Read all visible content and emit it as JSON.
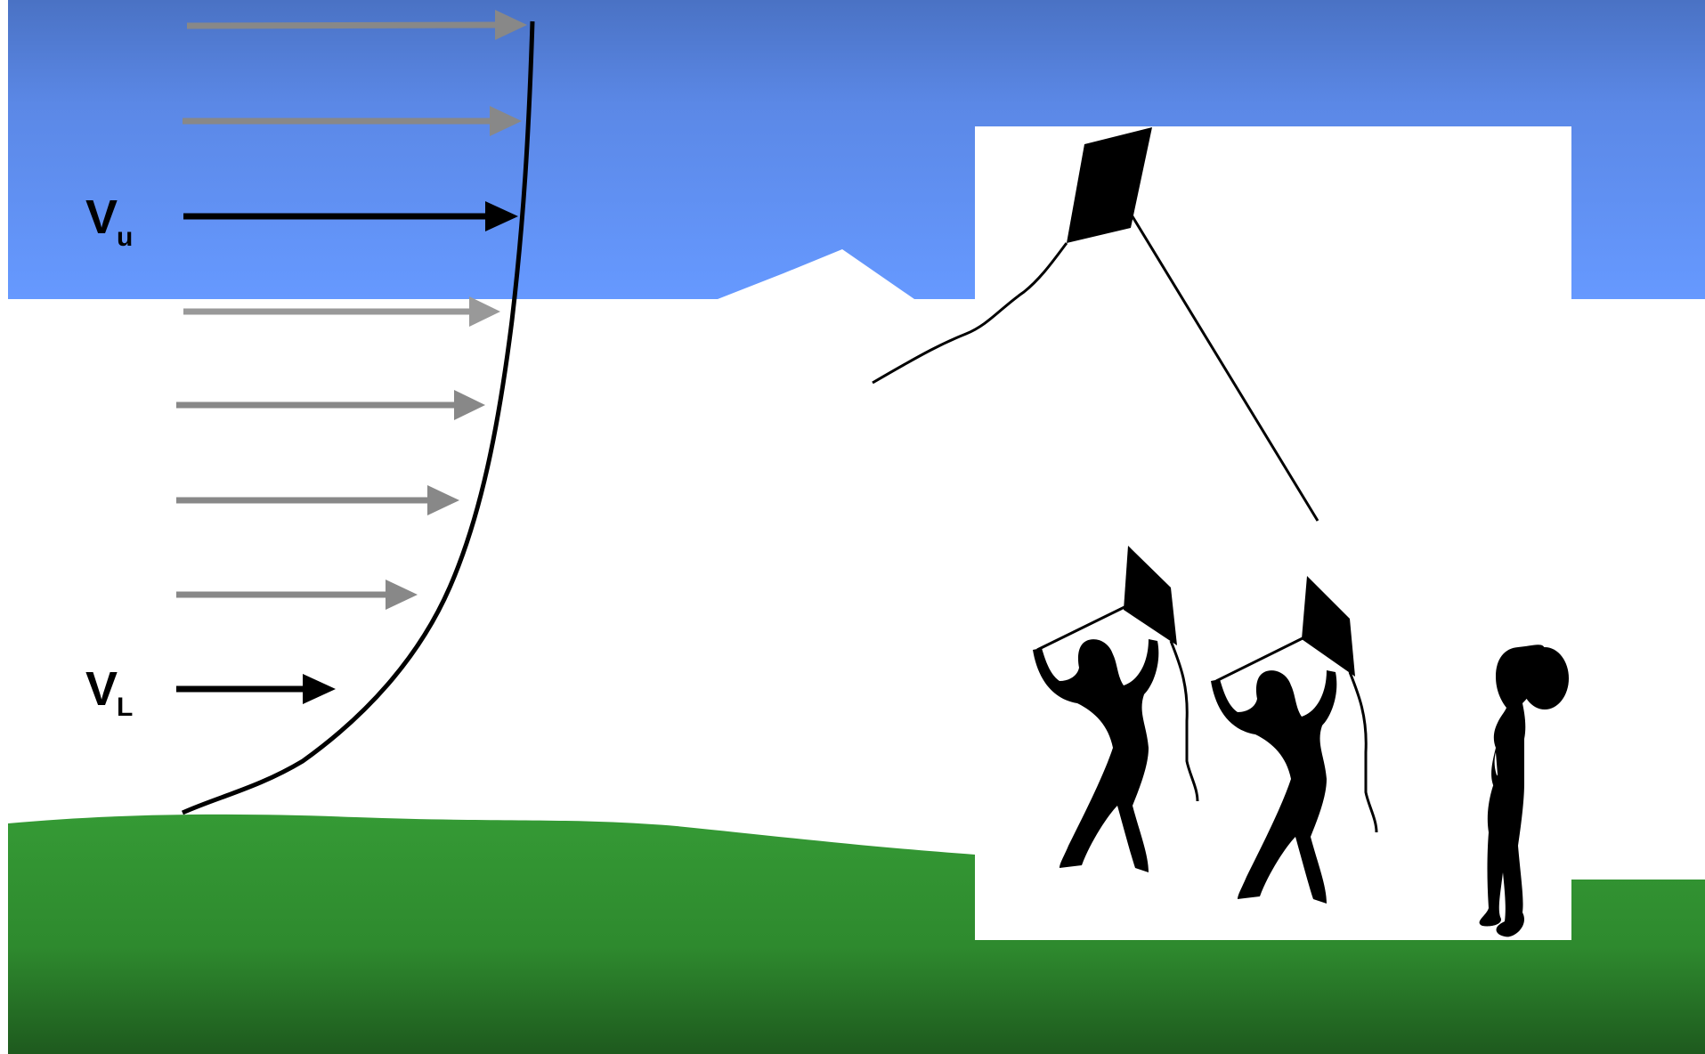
{
  "labels": {
    "upper_velocity": {
      "main": "V",
      "sub": "u"
    },
    "lower_velocity": {
      "main": "V",
      "sub": "L"
    }
  },
  "colors": {
    "sky_top": "#4a72c4",
    "sky_bottom": "#6699ff",
    "ground_top": "#359a35",
    "ground_bottom": "#1e5a1e",
    "arrow_gray": "#888888",
    "arrow_black": "#000000",
    "silhouette": "#000000"
  },
  "icons": {
    "kite_flying": "kite-icon",
    "child_left": "child-flying-kite-icon",
    "child_middle": "child-flying-kite-icon",
    "child_right": "standing-child-icon"
  }
}
